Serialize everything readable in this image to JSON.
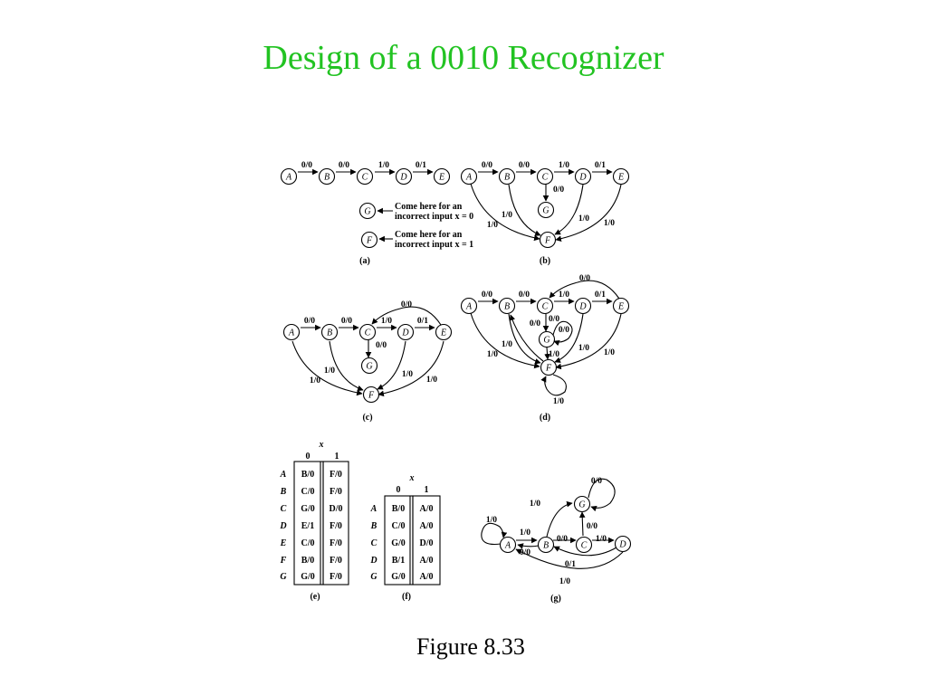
{
  "title": "Design of a 0010 Recognizer",
  "caption": "Figure 8.33",
  "panels": {
    "a": {
      "label": "(a)",
      "states": [
        "A",
        "B",
        "C",
        "D",
        "E",
        "G",
        "F"
      ],
      "edges": [
        "0/0",
        "0/0",
        "1/0",
        "0/1"
      ],
      "note_g": [
        "Come here for an",
        "incorrect input x = 0"
      ],
      "note_f": [
        "Come here for an",
        "incorrect input x = 1"
      ]
    },
    "b": {
      "label": "(b)",
      "states": [
        "A",
        "B",
        "C",
        "D",
        "E",
        "G",
        "F"
      ],
      "edges": [
        "0/0",
        "0/0",
        "1/0",
        "0/1",
        "0/0",
        "1/0",
        "1/0",
        "1/0",
        "1/0"
      ]
    },
    "c": {
      "label": "(c)",
      "states": [
        "A",
        "B",
        "C",
        "D",
        "E",
        "G",
        "F"
      ],
      "edges": [
        "0/0",
        "0/0",
        "0/0",
        "1/0",
        "0/1",
        "0/0",
        "1/0",
        "1/0",
        "1/0",
        "1/0"
      ]
    },
    "d": {
      "label": "(d)",
      "states": [
        "A",
        "B",
        "C",
        "D",
        "E",
        "G",
        "F"
      ],
      "edges": [
        "0/0",
        "0/0",
        "0/0",
        "1/0",
        "0/1",
        "0/0",
        "0/0",
        "0/0",
        "1/0",
        "1/0",
        "1/0",
        "1/0",
        "1/0",
        "1/0"
      ]
    },
    "e": {
      "label": "(e)",
      "var": "x",
      "cols": [
        "0",
        "1"
      ],
      "rows": [
        {
          "state": "A",
          "c0": "B/0",
          "c1": "F/0"
        },
        {
          "state": "B",
          "c0": "C/0",
          "c1": "F/0"
        },
        {
          "state": "C",
          "c0": "G/0",
          "c1": "D/0"
        },
        {
          "state": "D",
          "c0": "E/1",
          "c1": "F/0"
        },
        {
          "state": "E",
          "c0": "C/0",
          "c1": "F/0"
        },
        {
          "state": "F",
          "c0": "B/0",
          "c1": "F/0"
        },
        {
          "state": "G",
          "c0": "G/0",
          "c1": "F/0"
        }
      ]
    },
    "f": {
      "label": "(f)",
      "var": "x",
      "cols": [
        "0",
        "1"
      ],
      "rows": [
        {
          "state": "A",
          "c0": "B/0",
          "c1": "A/0"
        },
        {
          "state": "B",
          "c0": "C/0",
          "c1": "A/0"
        },
        {
          "state": "C",
          "c0": "G/0",
          "c1": "D/0"
        },
        {
          "state": "D",
          "c0": "B/1",
          "c1": "A/0"
        },
        {
          "state": "G",
          "c0": "G/0",
          "c1": "A/0"
        }
      ]
    },
    "g": {
      "label": "(g)",
      "states": [
        "A",
        "B",
        "C",
        "D",
        "G"
      ],
      "edges": [
        "0/0",
        "1/0",
        "1/0",
        "1/0",
        "0/0",
        "1/0",
        "0/0",
        "0/0",
        "0/1",
        "1/0"
      ]
    }
  }
}
